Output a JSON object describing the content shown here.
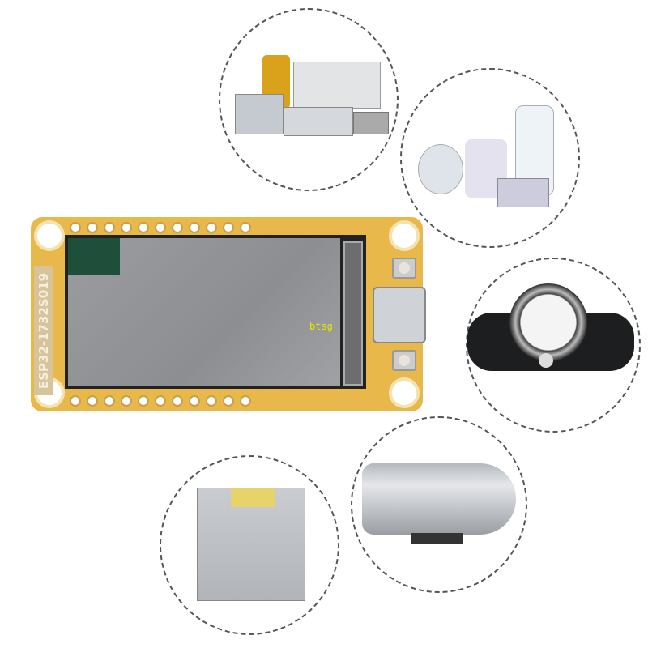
{
  "board": {
    "silkscreen_label": "ESP32-1732S019"
  },
  "watermark": "btsg",
  "scenes": [
    {
      "name": "instruments"
    },
    {
      "name": "medical-equipment"
    },
    {
      "name": "vehicle-dashboard"
    },
    {
      "name": "water-heater"
    },
    {
      "name": "uv-test-chamber"
    }
  ],
  "colors": {
    "pcb": "#e8b94a",
    "dashed_border": "#555555",
    "watermark": "#e6e600"
  }
}
